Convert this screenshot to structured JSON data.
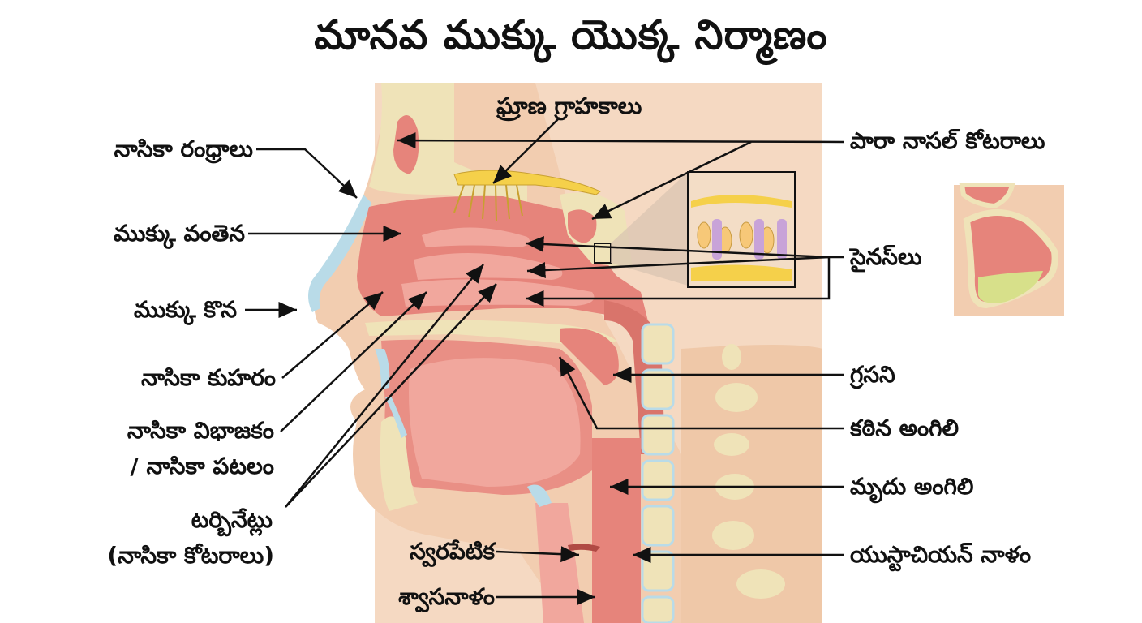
{
  "title": "మానవ ముక్కు యొక్క నిర్మాణం",
  "labels": {
    "nostrils": "నాసికా రంధ్రాలు",
    "nasal_bridge": "ముక్కు వంతెన",
    "nose_tip": "ముక్కు కొన",
    "nasal_cavity": "నాసికా కుహరం",
    "septum_line1": "నాసికా విభాజకం",
    "septum_line2": "/ నాసికా పటలం",
    "turbinates_line1": "టర్బినేట్లు",
    "turbinates_line2": "(నాసికా కోటరాలు)",
    "olfactory_receptors": "ఘ్రాణ గ్రాహకాలు",
    "paranasal_sinuses": "పారా నాసల్ కోటరాలు",
    "sinuses": "సైనస్‌లు",
    "pharynx": "గ్రసని",
    "hard_palate": "కఠిన అంగిలి",
    "soft_palate": "మృదు అంగిలి",
    "eustachian_tube": "యుస్టాచియన్ నాళం",
    "larynx": "స్వరపేటిక",
    "trachea": "శ్వాసనాళం"
  },
  "colors": {
    "skin": "#f2cdb0",
    "background_panel": "#f5d9c2",
    "mucosa": "#e6847b",
    "mucosa_light": "#f1a79d",
    "bone": "#efe3b8",
    "bone_dot": "#c9b67a",
    "cartilage": "#b9dbe8",
    "nerve": "#f5d04a",
    "fluid": "#d7e08a",
    "line": "#111111"
  }
}
